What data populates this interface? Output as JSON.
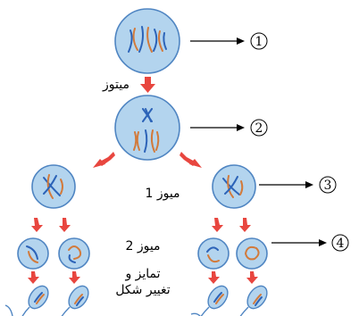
{
  "labels": {
    "mitosis": "میتوز",
    "meiosis1": "میوز 1",
    "meiosis2": "میوز 2",
    "differentiation_line1": "تمایز و",
    "differentiation_line2": "تغییر شکل"
  },
  "stage_markers": [
    "1",
    "2",
    "3",
    "4"
  ],
  "colors": {
    "cell_fill": "#b3d4ee",
    "cell_stroke": "#4f85c2",
    "chromosome_blue": "#2c63b8",
    "chromosome_orange": "#d27a3b",
    "arrow_red": "#e8463f"
  }
}
